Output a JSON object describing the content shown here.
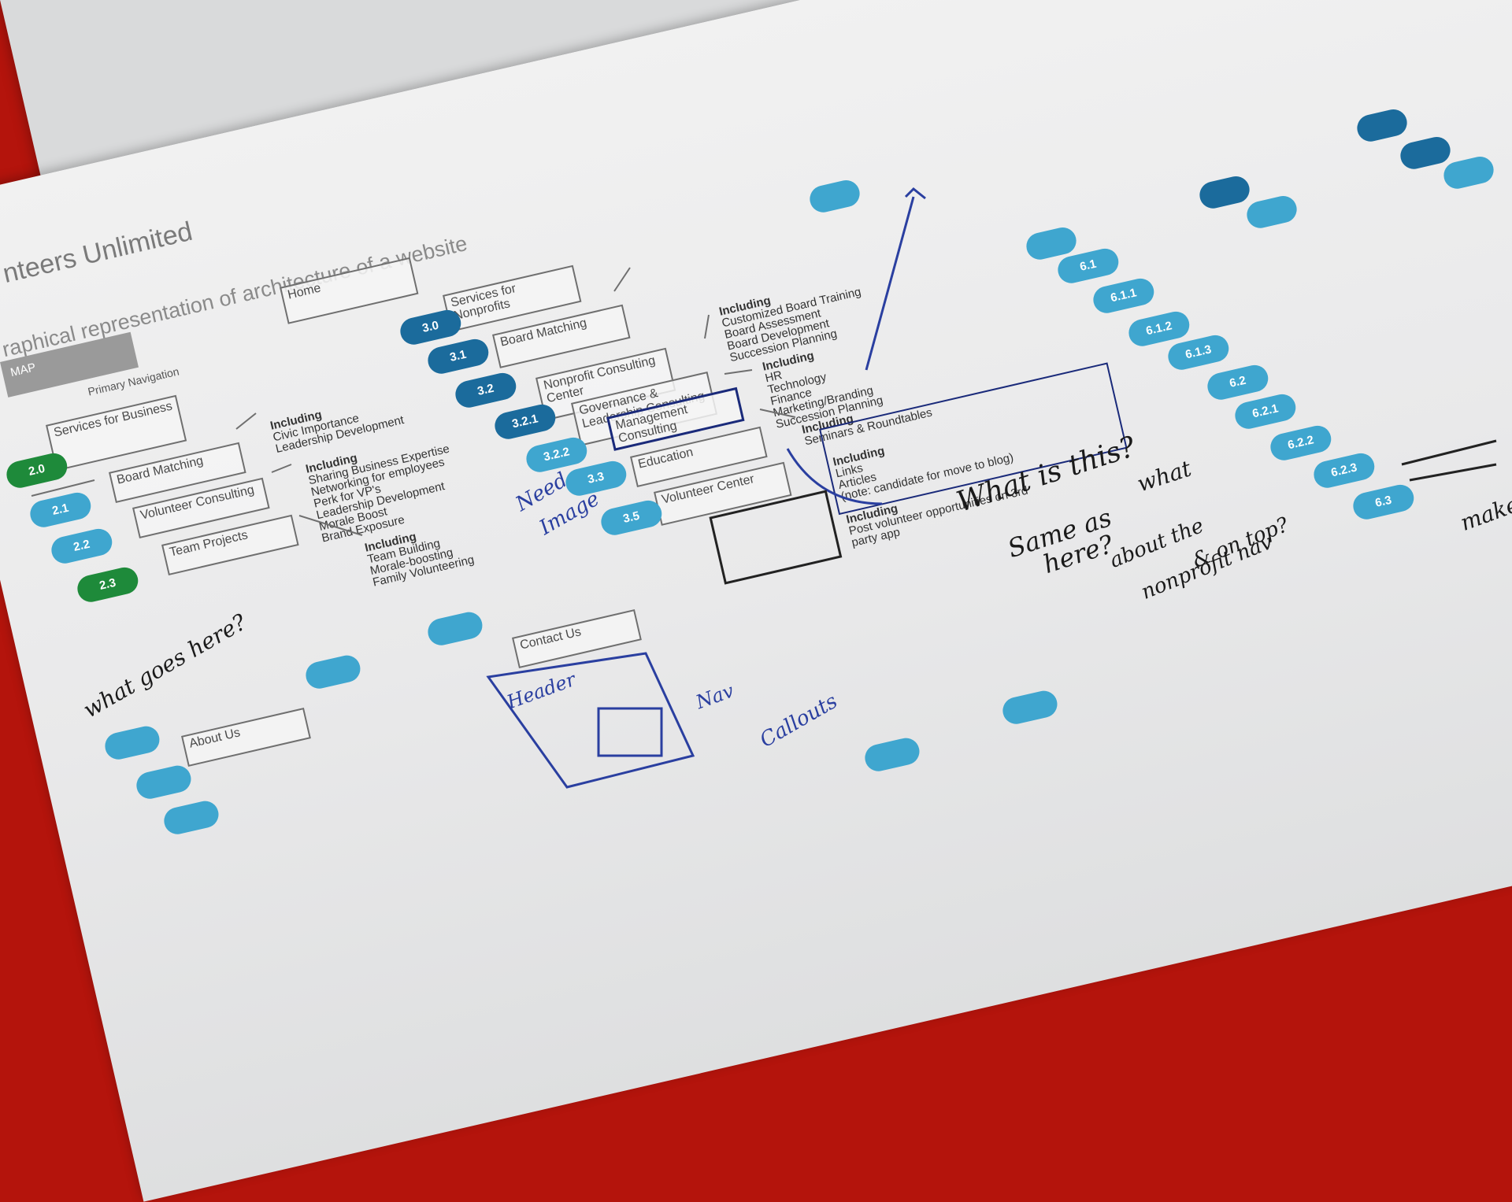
{
  "document": {
    "title": "nteers Unlimited",
    "subtitle": "raphical representation of architecture of a website",
    "section_tab": "MAP",
    "section_label": "Primary Navigation"
  },
  "boxes": {
    "home": "Home",
    "services": "Services for Business",
    "board_matching_1": "Board Matching",
    "volunteer_consulting": "Volunteer Consulting",
    "team_projects": "Team Projects",
    "nonprofit": "Services for Nonprofits",
    "board_matching_2": "Board Matching",
    "nonprofit_consulting": "Nonprofit Consulting Center",
    "governance": "Governance & Leadership Consulting",
    "management": "Management Consulting",
    "education": "Education",
    "volunteer_center": "Volunteer Center",
    "contact": "Contact Us",
    "about": "About Us"
  },
  "badges": {
    "b20": "2.0",
    "b21": "2.1",
    "b22": "2.2",
    "b23": "2.3",
    "b30": "3.0",
    "b31": "3.1",
    "b32": "3.2",
    "b321": "3.2.1",
    "b322": "3.2.2",
    "b33": "3.3",
    "b35": "3.5",
    "b61": "6.1",
    "b611": "6.1.1",
    "b612": "6.1.2",
    "b613": "6.1.3",
    "b62": "6.2",
    "b621": "6.2.1",
    "b622": "6.2.2",
    "b623": "6.2.3",
    "b63": "6.3"
  },
  "notes": {
    "n1": {
      "head": "Including",
      "body": "Civic Importance\nLeadership Development"
    },
    "n2": {
      "head": "Including",
      "body": "Sharing Business Expertise\nNetworking for employees\nPerk for VP's\nLeadership Development\nMorale Boost\nBrand Exposure"
    },
    "n3": {
      "head": "Including",
      "body": "Team Building\nMorale-boosting\nFamily Volunteering"
    },
    "n4": {
      "head": "Including",
      "body": "Customized Board Training\nBoard Assessment\nBoard Development\nSuccession Planning"
    },
    "n5": {
      "head": "Including",
      "body": "HR\nTechnology\nFinance\nMarketing/Branding\nSuccession Planning"
    },
    "n6": {
      "head": "Including",
      "body": "Seminars & Roundtables"
    },
    "n7": {
      "head": "Including",
      "body": "Links\nArticles\n(note: candidate for move to blog)"
    },
    "n8": {
      "head": "Including",
      "body": "Post volunteer opportunities on 3rd\nparty app"
    }
  },
  "handwriting": {
    "h1": "What is this?",
    "h2": "Same as",
    "h3": "here?",
    "h4": "what",
    "h5": "about the",
    "h6": "nonprofit nav",
    "h7": "& on top?",
    "h8": "Need",
    "h9": "Image",
    "h10": "what goes here?",
    "h11": "Header",
    "h12": "Nav",
    "h13": "Callouts",
    "h14": "make"
  },
  "colors": {
    "table": "#b4140c",
    "badge_blue": "#3fa6cf",
    "badge_green": "#1e8a3a",
    "ink_blue": "#2a3fa0"
  }
}
